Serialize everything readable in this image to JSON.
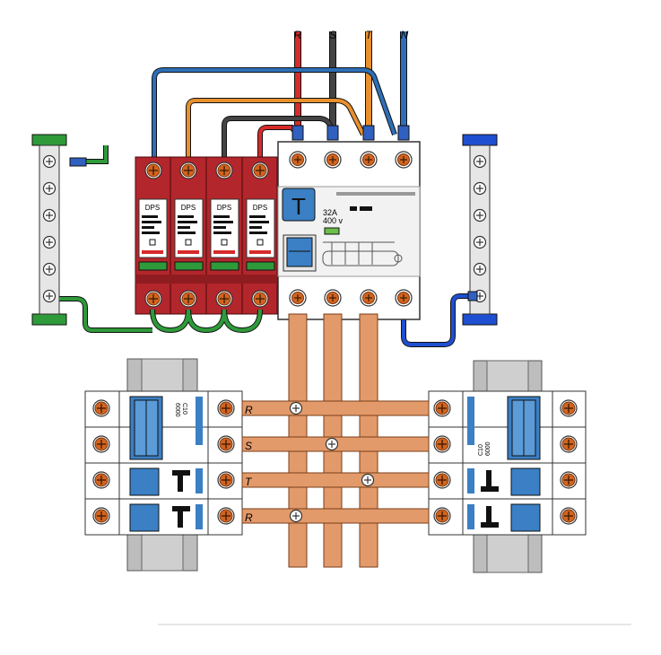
{
  "phases": {
    "r": "R",
    "s": "S",
    "t": "T",
    "n": "N"
  },
  "dps_label": "DPS",
  "rcd": {
    "logo": "T",
    "rating": "32A",
    "voltage": "400 v"
  },
  "breaker": {
    "model": "C10",
    "capacity": "6000"
  },
  "row_labels": [
    "R",
    "S",
    "T",
    "R"
  ],
  "colors": {
    "phase_r": "#d62b2b",
    "phase_s": "#444444",
    "phase_t": "#e8902e",
    "neutral": "#2d6fb7",
    "earth": "#2e9a3a",
    "dps_body": "#b3262b",
    "copper": "#e39a6a",
    "breaker_blue": "#3b7fc4",
    "screw": "#d2641f"
  }
}
